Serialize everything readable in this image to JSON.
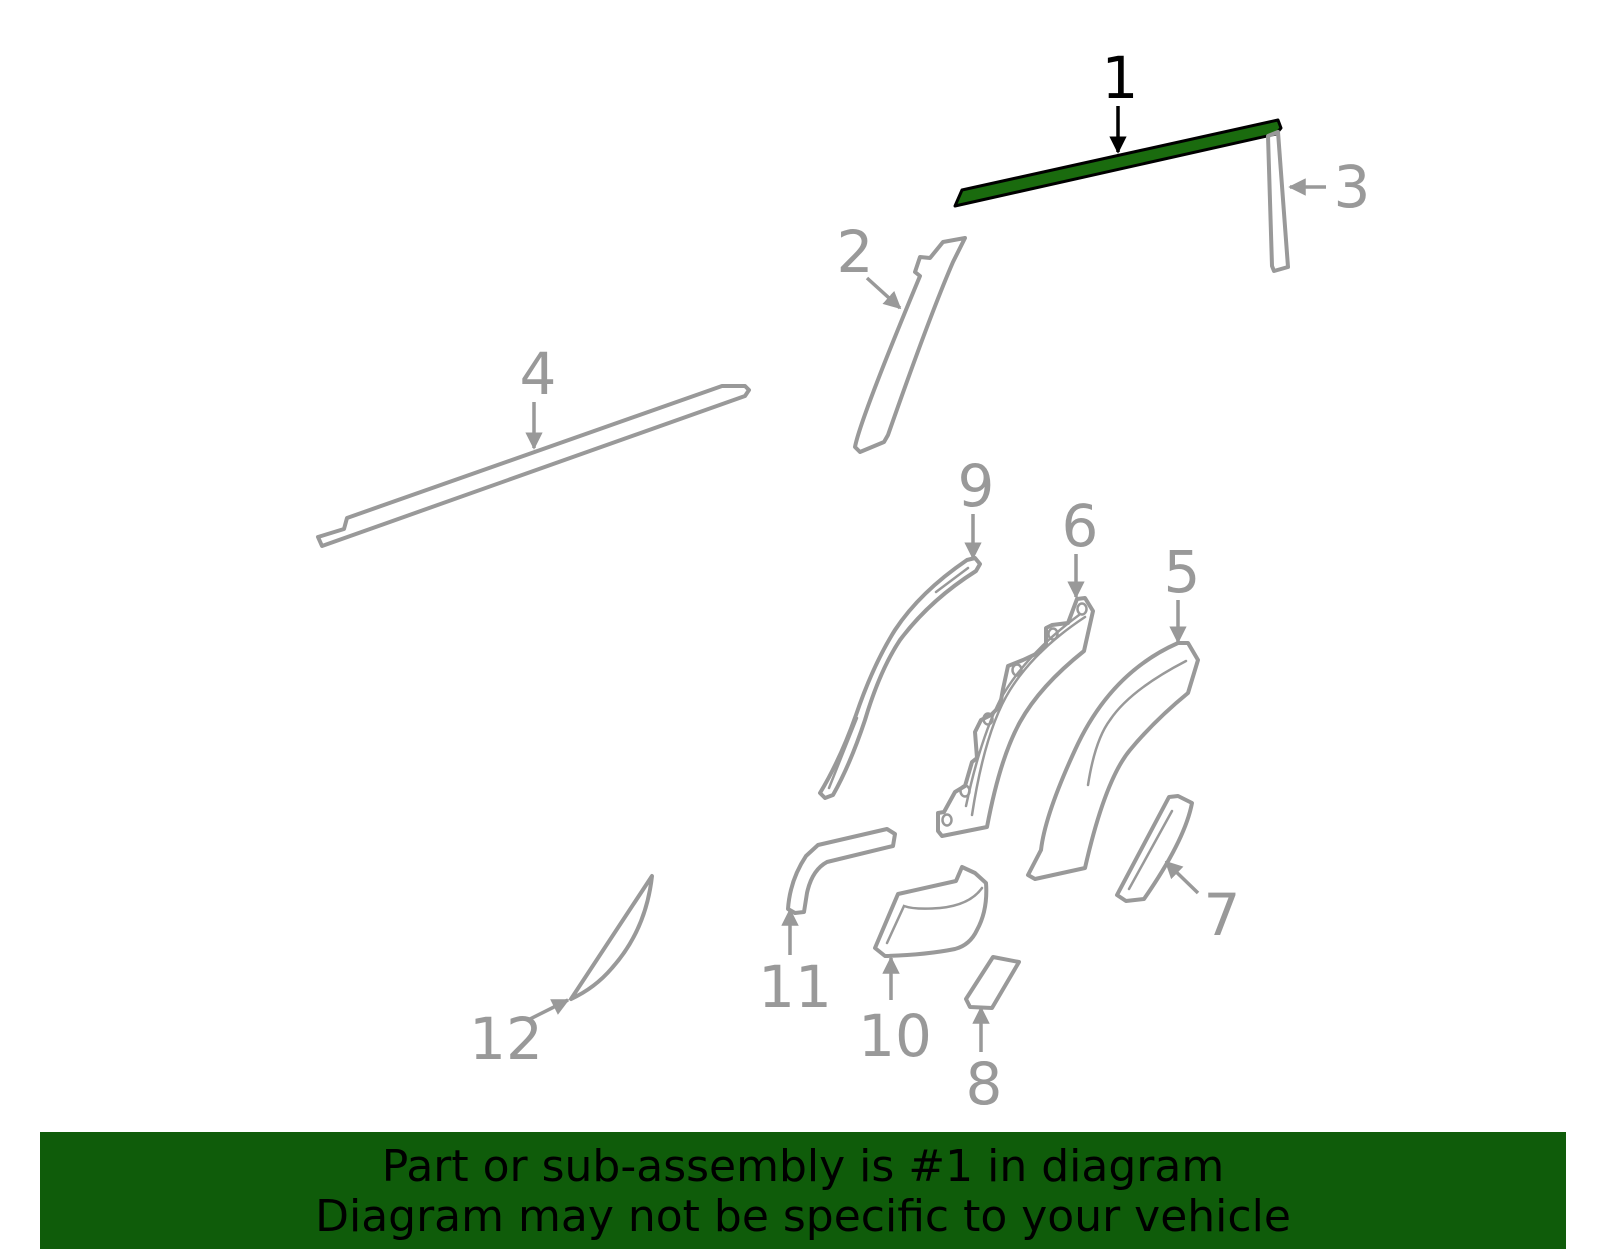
{
  "diagram": {
    "callouts": {
      "c1": "1",
      "c2": "2",
      "c3": "3",
      "c4": "4",
      "c5": "5",
      "c6": "6",
      "c7": "7",
      "c8": "8",
      "c9": "9",
      "c10": "10",
      "c11": "11",
      "c12": "12"
    },
    "highlighted_part": "1",
    "colors": {
      "highlight_fill": "#1a6b0e",
      "part_stroke": "#999999",
      "banner_background": "#0f5c0a",
      "banner_text": "#000000"
    }
  },
  "banner": {
    "line1": "Part or sub-assembly is #1 in diagram",
    "line2": "Diagram may not be specific to your vehicle"
  }
}
